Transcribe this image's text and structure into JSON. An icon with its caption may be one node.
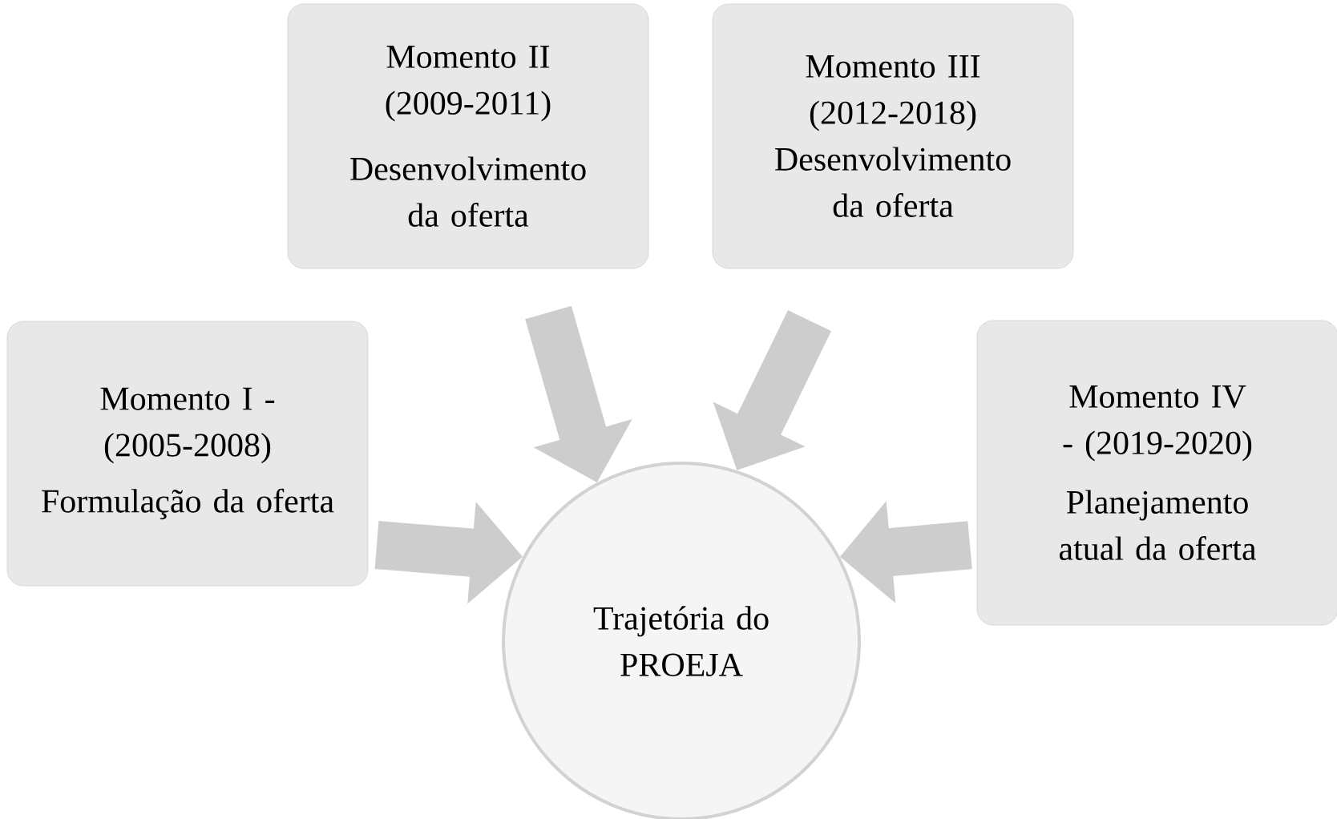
{
  "diagram": {
    "nodes": [
      {
        "text": [
          "Momento I - (2005-2008)",
          "Formulação da oferta"
        ]
      },
      {
        "text": [
          "Momento II (2009-2011)",
          "Desenvolvimento da oferta"
        ]
      },
      {
        "text": [
          "Momento III (2012-2018)",
          "Desenvolvimento da oferta"
        ]
      },
      {
        "text": [
          "Momento IV - (2019-2020)",
          "Planejamento atual da oferta"
        ]
      },
      {
        "text": [
          "Trajetória do PROEJA"
        ]
      }
    ],
    "edges": [
      {
        "from": 0,
        "to": 4,
        "arrow": "to"
      },
      {
        "from": 1,
        "to": 4,
        "arrow": "to"
      },
      {
        "from": 2,
        "to": 4,
        "arrow": "to"
      },
      {
        "from": 3,
        "to": 4,
        "arrow": "to"
      }
    ]
  }
}
